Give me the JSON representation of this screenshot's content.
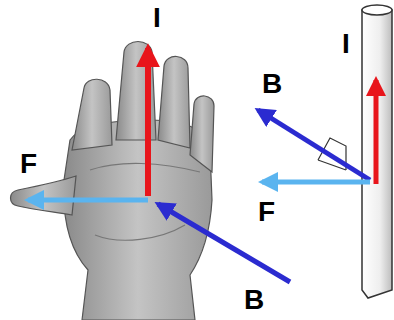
{
  "diagram": {
    "labels": [
      "I",
      "I",
      "B",
      "F",
      "F",
      "B"
    ]
  }
}
